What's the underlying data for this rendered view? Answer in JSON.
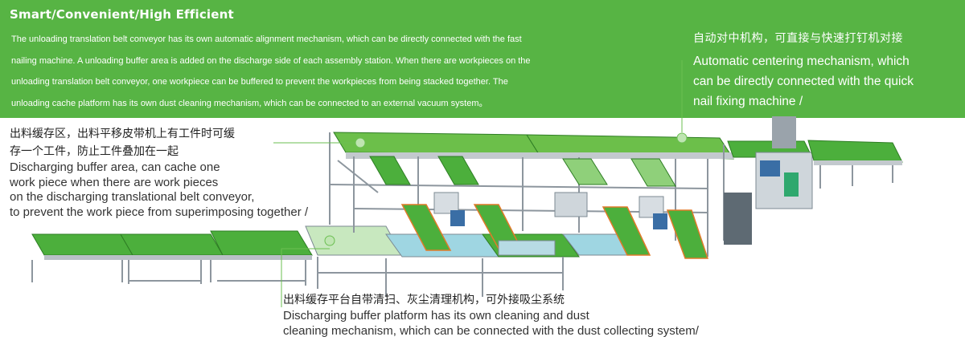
{
  "header": {
    "title": "Smart/Convenient/High Efficient",
    "body_lines": [
      "The unloading translation belt conveyor has its own automatic alignment mechanism, which can be directly connected with the fast",
      "nailing machine. A unloading buffer area is added on the discharge side of each assembly station. When there are workpieces on the",
      "unloading translation belt conveyor, one workpiece can be buffered to prevent the workpieces from being stacked together. The",
      "unloading cache platform has its own dust cleaning mechanism, which can be connected to an external vacuum system。"
    ]
  },
  "callouts": {
    "centering": {
      "zh": "自动对中机构，可直接与快速打钉机对接",
      "en_lines": [
        "Automatic centering mechanism, which",
        "can be directly connected with the quick",
        "nail fixing machine /"
      ]
    },
    "buffer": {
      "zh_lines": [
        "出料缓存区，出料平移皮带机上有工件时可缓",
        "存一个工件，防止工件叠加在一起"
      ],
      "en_lines": [
        "Discharging buffer area, can cache one",
        "work piece when there are work pieces",
        "on the discharging translational belt conveyor,",
        "to prevent the work piece from superimposing together /"
      ]
    },
    "cleaning": {
      "zh": "出料缓存平台自带清扫、灰尘清理机构，可外接吸尘系统",
      "en_lines": [
        "Discharging buffer platform has its own cleaning and dust",
        "cleaning mechanism, which can be connected with the dust collecting system/"
      ]
    }
  },
  "colors": {
    "banner": "#57b444",
    "belt": "#4caf3c",
    "belt_light": "#8fd07a",
    "frame": "#9aa3ab",
    "cyan": "#8fd5e0",
    "orange": "#e07a2a"
  }
}
